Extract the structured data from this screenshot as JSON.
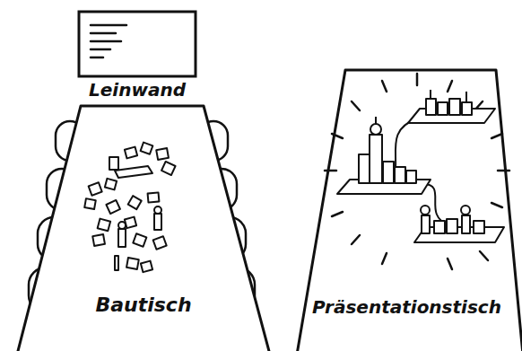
{
  "diagram": {
    "nodes": [
      {
        "text": [
          "Leinwand"
        ]
      },
      {
        "text": [
          "Bautisch"
        ]
      },
      {
        "text": [
          "Präsentationstisch"
        ]
      }
    ]
  }
}
